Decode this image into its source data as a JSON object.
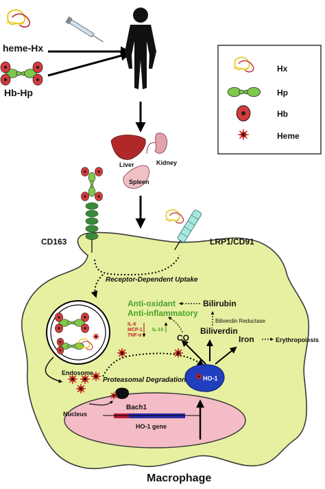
{
  "inputs": {
    "heme_hx": "heme-Hx",
    "hb_hp": "Hb-Hp"
  },
  "organs": {
    "liver": "Liver",
    "kidney": "Kidney",
    "spleen": "Spleen"
  },
  "receptors": {
    "cd163": "CD163",
    "lrp1": "LRP1/CD91"
  },
  "legend": {
    "hx": "Hx",
    "hp": "Hp",
    "hb": "Hb",
    "heme": "Heme"
  },
  "cell": {
    "uptake": "Receptor-Dependent Uptake",
    "endosome": "Endosome",
    "cytokines": [
      "IL-6",
      "MCP-1",
      "TNF-α"
    ],
    "il10": "IL-10",
    "anti_oxidant": "Anti-oxidant",
    "anti_inflammatory": "Anti-inflammatory",
    "bilirubin": "Bilirubin",
    "biliverdin_reductase": "Biliverdin Reductase",
    "co": "CO",
    "biliverdin": "Biliverdin",
    "iron": "Iron",
    "erythropoiesis": "Erythropoiesis",
    "proteasomal": "Proteasomal Degradation",
    "ho1": "HO-1",
    "bach1": "Bach1",
    "nucleus": "Nucleus",
    "ho1_gene": "HO-1 gene",
    "title": "Macrophage"
  },
  "colors": {
    "cell_fill": "#e6f0a0",
    "nucleus_fill": "#f4bcc6",
    "hp_green": "#7ec84a",
    "hb_red": "#d63a3a",
    "ho1_blue": "#1f3fbf",
    "text_green": "#4aa02c",
    "text_red": "#c0221d"
  }
}
